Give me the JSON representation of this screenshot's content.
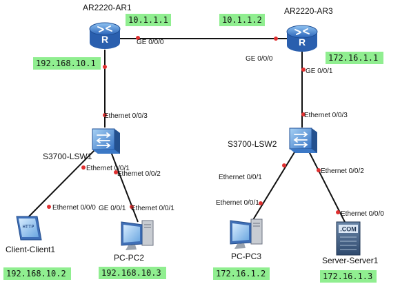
{
  "devices": {
    "ar1": "AR2220-AR1",
    "ar3": "AR2220-AR3",
    "lsw1": "S3700-LSW1",
    "lsw2": "S3700-LSW2",
    "client1": "Client-Client1",
    "pc2": "PC-PC2",
    "pc3": "PC-PC3",
    "server1": "Server-Server1"
  },
  "ports": {
    "ar1_ge000": "GE 0/0/0",
    "ar3_ge000": "GE 0/0/0",
    "ar3_ge001": "GE 0/0/1",
    "lsw1_eth003": "Ethernet 0/0/3",
    "lsw1_eth001": "Ethernet 0/0/1",
    "lsw1_eth002": "Ethernet 0/0/2",
    "client1_eth000": "Ethernet 0/0/0",
    "pc2_ge001": "GE 0/0/1",
    "pc2_eth001": "Ethernet 0/0/1",
    "lsw2_eth003": "Ethernet 0/0/3",
    "lsw2_eth001": "Ethernet 0/0/1",
    "lsw2_eth002": "Ethernet 0/0/2",
    "pc3_eth001": "Ethernet 0/0/1",
    "server1_eth000": "Ethernet 0/0/0"
  },
  "ips": {
    "ar1_wan": "10.1.1.1",
    "ar3_wan": "10.1.1.2",
    "ar1_lan": "192.168.10.1",
    "ar3_lan": "172.16.1.1",
    "client1": "192.168.10.2",
    "pc2": "192.168.10.3",
    "pc3": "172.16.1.2",
    "server1": "172.16.1.3"
  },
  "icons": {
    "server_badge": ".COM",
    "client_badge": "HTTP"
  },
  "colors": {
    "ip_highlight": "#90ee90",
    "port_dot": "#e03030",
    "router_blue": "#2f6fc6",
    "switch_blue": "#3a7fd0"
  }
}
